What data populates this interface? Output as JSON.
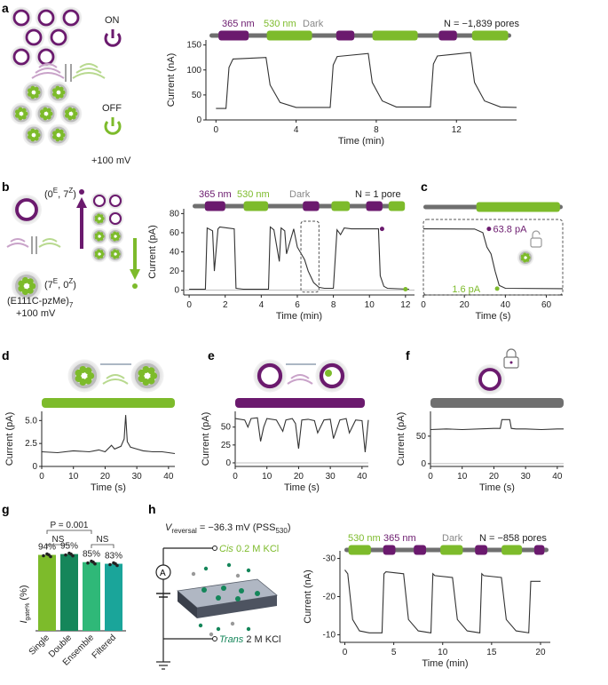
{
  "colors": {
    "violet": "#6b1a6e",
    "green": "#7dbb2b",
    "grey": "#6f6f6f",
    "darkgreen": "#15865a",
    "teal": "#1aa59a",
    "trace": "#333333"
  },
  "panel_letters": [
    "a",
    "b",
    "c",
    "d",
    "e",
    "f",
    "g",
    "h"
  ],
  "schematics": {
    "on_label": "ON",
    "off_label": "OFF",
    "voltage_a": "+100 mV",
    "state_upper": "(0",
    "state_upper_sup1": "E",
    "state_upper_mid": ", 7",
    "state_upper_sup2": "Z",
    "state_upper_end": ")",
    "state_lower": "(7",
    "state_lower_sup1": "E",
    "state_lower_mid": ", 0",
    "state_lower_sup2": "Z",
    "state_lower_end": ")",
    "construct": "(E111C-pzMe)",
    "construct_sub": "7",
    "voltage_b": "+100 mV",
    "label_c_high": "63.8 pA",
    "label_c_low": "1.6 pA",
    "v_reversal_prefix": "V",
    "v_reversal_sub": "reversal",
    "v_reversal_text": " = −36.3 mV (PSS",
    "v_reversal_sub2": "530",
    "v_reversal_end": ")",
    "cis_label": "Cis",
    "cis_text": " 0.2 M KCl",
    "trans_label": "Trans",
    "trans_text": " 2 M KCl",
    "ammeter": "A"
  },
  "icons": [
    "power-on-icon",
    "power-off-icon",
    "lock-icon",
    "unlock-icon",
    "pore-icon",
    "light-wave-icon",
    "ammeter-icon",
    "battery-icon",
    "ground-icon",
    "membrane-icon"
  ],
  "chart_data": [
    {
      "id": "a",
      "type": "line",
      "protocol_labels": [
        "365 nm",
        "530 nm",
        "Dark"
      ],
      "n_label": "N = −1,839 pores",
      "xlabel": "Time (min)",
      "ylabel": "Current (nA)",
      "xticks": [
        0,
        4,
        8,
        12
      ],
      "yticks": [
        0,
        50,
        100,
        150
      ],
      "xlim": [
        -0.5,
        15
      ],
      "ylim": [
        0,
        160
      ],
      "series": [
        {
          "x": [
            0,
            0.5,
            0.65,
            0.85,
            2.5,
            2.7,
            3.2,
            4.0,
            5.5,
            5.7,
            5.85,
            6.05,
            7.6,
            7.8,
            8.3,
            9.0,
            10.5,
            10.7,
            10.85,
            11.05,
            12.7,
            12.9,
            13.4,
            14.2,
            15.0
          ],
          "y": [
            23,
            23,
            105,
            122,
            125,
            70,
            35,
            25,
            25,
            25,
            110,
            127,
            133,
            75,
            38,
            26,
            26,
            26,
            112,
            128,
            135,
            75,
            38,
            26,
            25
          ]
        }
      ]
    },
    {
      "id": "b",
      "type": "line",
      "protocol_labels": [
        "365 nm",
        "530 nm",
        "Dark"
      ],
      "n_label": "N = 1 pore",
      "xlabel": "Time (min)",
      "ylabel": "Current (pA)",
      "xticks": [
        0,
        2,
        4,
        6,
        8,
        10,
        12
      ],
      "yticks": [
        0,
        20,
        40,
        60,
        80
      ],
      "xlim": [
        -0.3,
        12.5
      ],
      "ylim": [
        -5,
        85
      ],
      "series": [
        {
          "x": [
            0,
            0.9,
            1.0,
            1.3,
            1.4,
            1.6,
            1.7,
            2.5,
            2.6,
            3.0,
            4.4,
            4.5,
            4.7,
            5.0,
            5.1,
            5.3,
            5.4,
            5.8,
            6.0,
            6.4,
            6.6,
            6.9,
            7.2,
            7.5,
            8.0,
            8.2,
            8.4,
            8.6,
            9.0,
            10.5,
            10.6,
            10.8,
            11.0,
            12.2
          ],
          "y": [
            1,
            1,
            65,
            62,
            20,
            64,
            66,
            64,
            2,
            1,
            1,
            66,
            63,
            30,
            65,
            62,
            38,
            64,
            45,
            32,
            20,
            8,
            3,
            2,
            2,
            63,
            58,
            65,
            64,
            64,
            15,
            4,
            2,
            1
          ]
        }
      ],
      "markers": [
        {
          "x": 10.7,
          "y": 64
        },
        {
          "x": 12.0,
          "y": 1
        }
      ]
    },
    {
      "id": "c",
      "type": "line",
      "xlabel": "Time (s)",
      "ylabel": "",
      "xticks": [
        0,
        20,
        40,
        60
      ],
      "yticks": [],
      "xlim": [
        0,
        68
      ],
      "ylim": [
        -5,
        85
      ],
      "series": [
        {
          "x": [
            0,
            25,
            29,
            31,
            33,
            35,
            37,
            40,
            68
          ],
          "y": [
            64,
            63.8,
            60,
            45,
            38,
            20,
            5,
            2,
            1.6
          ]
        }
      ],
      "annotations": [
        "63.8 pA",
        "1.6 pA"
      ]
    },
    {
      "id": "d",
      "type": "line",
      "xlabel": "Time (s)",
      "ylabel": "Current (pA)",
      "xticks": [
        0,
        10,
        20,
        30,
        40
      ],
      "yticks": [
        0,
        2.5,
        5.0
      ],
      "xlim": [
        0,
        42
      ],
      "ylim": [
        0,
        6
      ],
      "series": [
        {
          "x": [
            0,
            5,
            10,
            15,
            18,
            20,
            22,
            23,
            25,
            26,
            26.5,
            27,
            28,
            30,
            32,
            35,
            38,
            40,
            42
          ],
          "y": [
            1.6,
            1.5,
            1.7,
            1.6,
            1.8,
            1.6,
            2.3,
            1.9,
            2.2,
            3.0,
            5.6,
            2.7,
            2.1,
            1.9,
            1.7,
            1.6,
            1.6,
            1.5,
            1.4
          ]
        }
      ]
    },
    {
      "id": "e",
      "type": "line",
      "xlabel": "Time (s)",
      "ylabel": "Current (pA)",
      "xticks": [
        0,
        10,
        20,
        30,
        40
      ],
      "yticks": [
        0,
        25,
        50
      ],
      "xlim": [
        0,
        42
      ],
      "ylim": [
        -5,
        72
      ],
      "series": [
        {
          "x": [
            0,
            3,
            4,
            5,
            7,
            8,
            9,
            10,
            13,
            15,
            16,
            18,
            19,
            20,
            21,
            23,
            25,
            26,
            28,
            30,
            31,
            33,
            35,
            36,
            38,
            40,
            41,
            42
          ],
          "y": [
            62,
            60,
            50,
            62,
            63,
            30,
            50,
            62,
            60,
            44,
            60,
            62,
            55,
            20,
            60,
            61,
            59,
            42,
            60,
            61,
            34,
            60,
            62,
            42,
            60,
            59,
            15,
            60
          ]
        }
      ]
    },
    {
      "id": "f",
      "type": "line",
      "xlabel": "Time (s)",
      "ylabel": "Current (pA)",
      "xticks": [
        0,
        10,
        20,
        30,
        40
      ],
      "yticks": [
        0,
        50
      ],
      "xlim": [
        0,
        42
      ],
      "ylim": [
        -5,
        95
      ],
      "series": [
        {
          "x": [
            0,
            5,
            10,
            20,
            22,
            22.5,
            25,
            25.5,
            27,
            30,
            35,
            40,
            42
          ],
          "y": [
            62,
            63,
            62,
            64,
            64,
            80,
            80,
            64,
            63,
            63,
            62,
            63,
            63
          ]
        }
      ]
    },
    {
      "id": "g",
      "type": "bar",
      "categories": [
        "Single",
        "Double",
        "Ensemble",
        "Filtered"
      ],
      "values": [
        94,
        95,
        85,
        83
      ],
      "value_labels": [
        "94%",
        "95%",
        "85%",
        "83%"
      ],
      "ylabel_main": "I",
      "ylabel_sub": "gate%",
      "ylabel_unit": " (%)",
      "ylim": [
        0,
        110
      ],
      "significance": [
        {
          "from": 0,
          "to": 2,
          "label": "P = 0.001"
        },
        {
          "from": 0,
          "to": 1,
          "label": "NS"
        },
        {
          "from": 2,
          "to": 3,
          "label": "NS"
        }
      ]
    },
    {
      "id": "h",
      "type": "line",
      "protocol_labels": [
        "530 nm",
        "365 nm",
        "Dark"
      ],
      "n_label": "N = −858 pores",
      "xlabel": "Time (min)",
      "ylabel": "Current (nA)",
      "xticks": [
        0,
        5,
        10,
        15,
        20
      ],
      "yticks": [
        -30,
        -20,
        -10
      ],
      "xlim": [
        -0.5,
        21
      ],
      "ylim": [
        -32,
        -8
      ],
      "series": [
        {
          "x": [
            0,
            0.3,
            0.8,
            1.5,
            2.5,
            3.8,
            4.0,
            4.2,
            6.0,
            6.5,
            7.5,
            8.8,
            9.0,
            9.2,
            11.0,
            11.5,
            12.5,
            13.8,
            14.0,
            14.2,
            16.0,
            16.5,
            17.5,
            18.8,
            19.0,
            19.2,
            20.0
          ],
          "y": [
            -27,
            -26,
            -14,
            -11,
            -10.5,
            -10.5,
            -26,
            -26.5,
            -26,
            -14,
            -11,
            -10.5,
            -26,
            -25.5,
            -25,
            -14,
            -11,
            -10.5,
            -26,
            -25.5,
            -25,
            -14,
            -11,
            -10.5,
            -24,
            -24,
            -24
          ]
        }
      ]
    }
  ]
}
